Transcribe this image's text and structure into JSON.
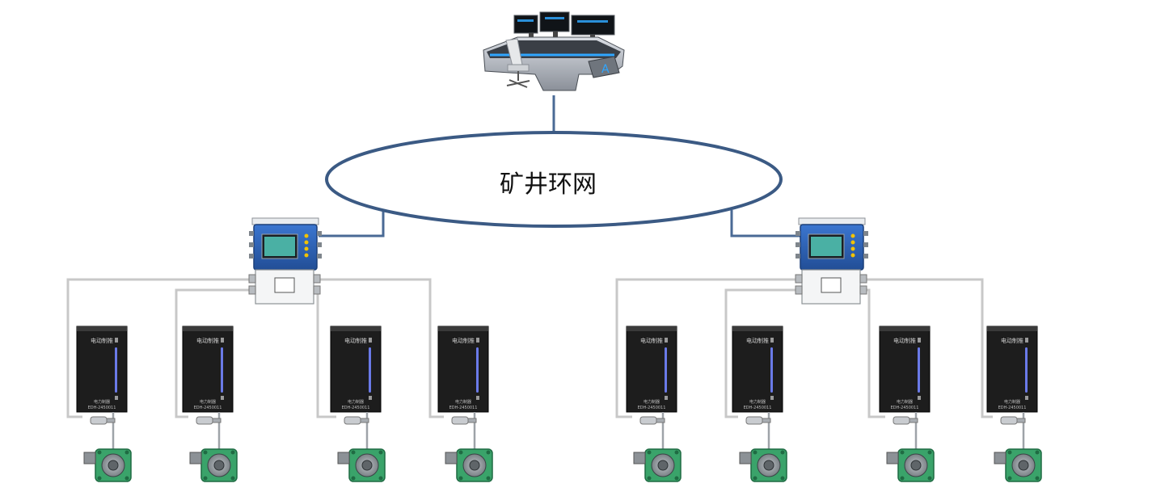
{
  "ring_network": {
    "label": "矿井环网"
  },
  "cabinet": {
    "title": "电动制推",
    "model": "电力制器",
    "code": "EDH-2450011"
  },
  "colors": {
    "network_line": "#4a6a95",
    "ring_stroke": "#3b5a84",
    "cable": "#c8c8c8",
    "controller_blue": "#2f63b8",
    "cabinet_body": "#1d1d1d",
    "cabinet_light": "#6a7ae8",
    "bearing_green": "#3aa36a"
  },
  "icons": {
    "workstation": "control-console-icon",
    "controller": "controller-box-icon",
    "cabinet": "drive-cabinet-icon",
    "sensor": "sensor-icon",
    "bearing": "bearing-icon"
  }
}
